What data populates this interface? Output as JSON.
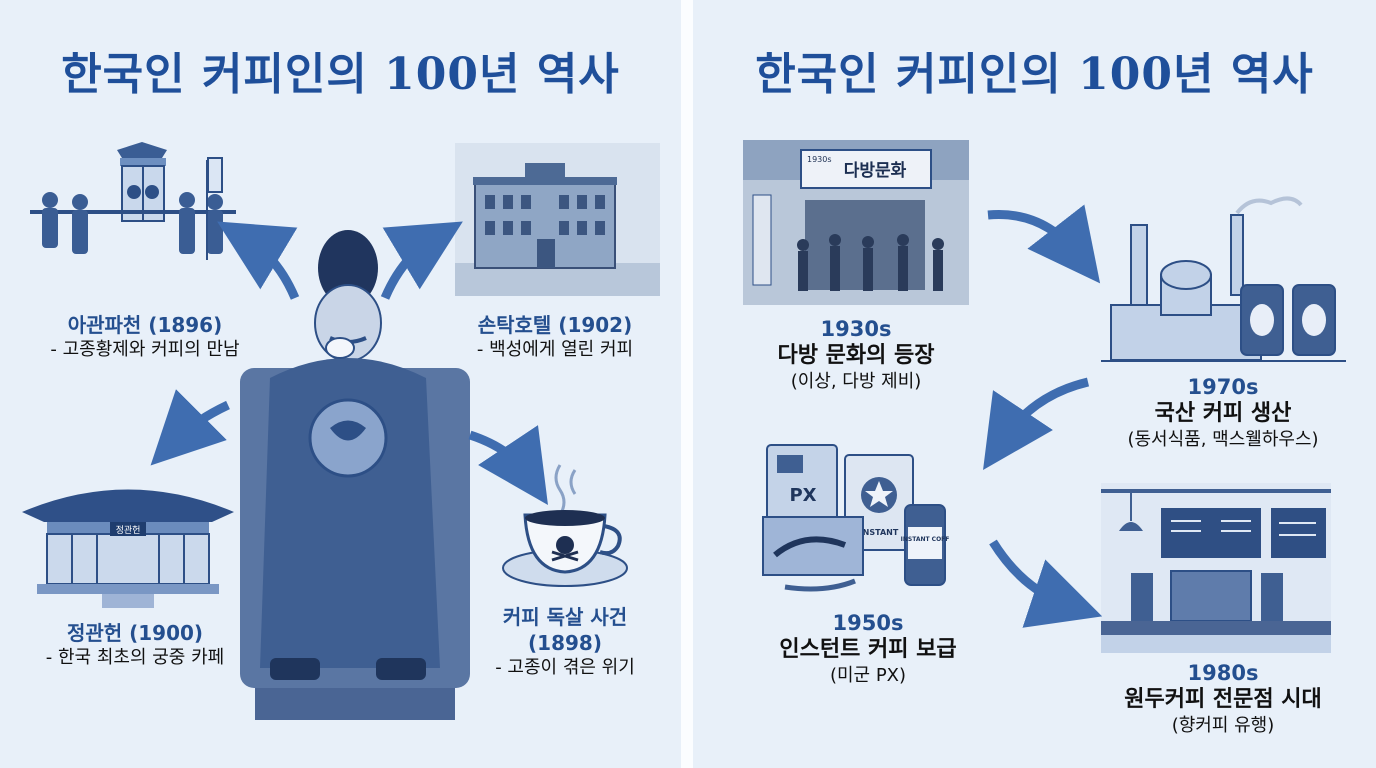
{
  "left": {
    "title": "한국인 커피인의 100년 역사",
    "events": [
      {
        "title": "아관파천 (1896)",
        "desc": "- 고종황제와 커피의 만남"
      },
      {
        "title": "손탁호텔 (1902)",
        "desc": "- 백성에게 열린 커피"
      },
      {
        "title": "정관헌 (1900)",
        "desc": "- 한국 최초의 궁중 카페"
      },
      {
        "title": "커피 독살 사건",
        "title2": "(1898)",
        "desc": "- 고종이 겪은 위기"
      }
    ],
    "sign_text": "정관헌"
  },
  "right": {
    "title": "한국인 커피인의 100년 역사",
    "eras": [
      {
        "year": "1930s",
        "title": "다방 문화의 등장",
        "desc": "(이상, 다방 제비)"
      },
      {
        "year": "1970s",
        "title": "국산 커피 생산",
        "desc": "(동서식품, 맥스웰하우스)"
      },
      {
        "year": "1950s",
        "title": "인스턴트 커피 보급",
        "desc": "(미군 PX)"
      },
      {
        "year": "1980s",
        "title": "원두커피 전문점 시대",
        "desc": "(향커피 유행)"
      }
    ],
    "photo_sign": "다방문화",
    "photo_sign_small": "1930s",
    "px_label": "PX",
    "instant_label": "INSTANT",
    "jar_label": "INSTANT COFF"
  },
  "colors": {
    "accent": "#1f4f9a",
    "ink": "#2d4f86",
    "arrow": "#3f6db0",
    "bg": "#e8f0f9"
  }
}
